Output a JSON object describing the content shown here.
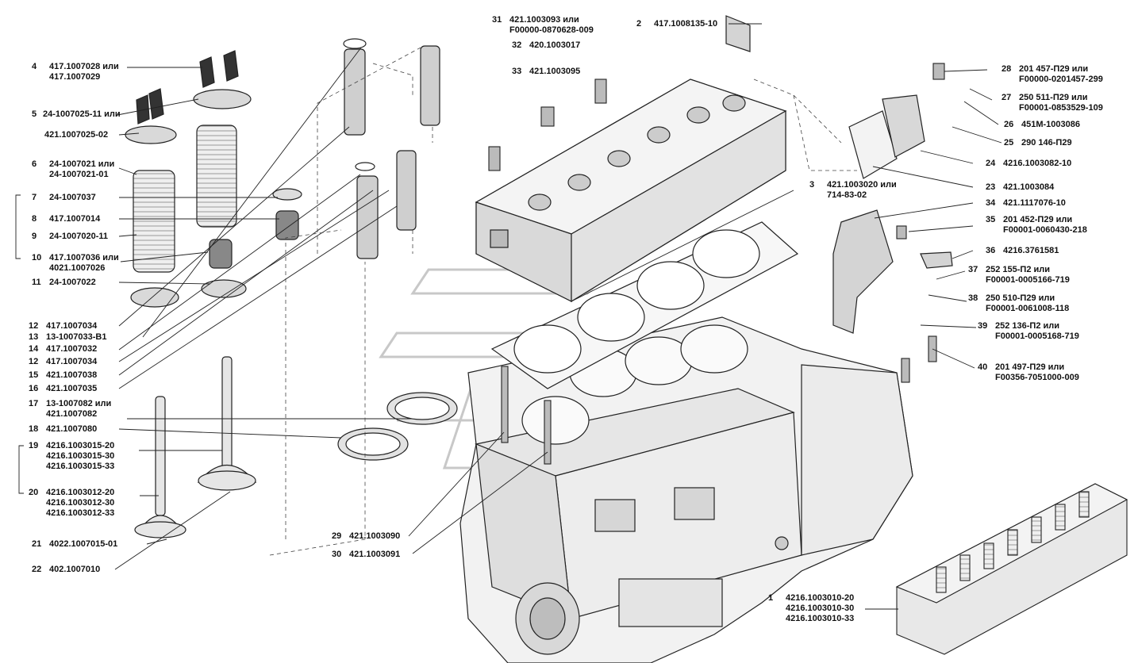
{
  "diagram": {
    "theme": {
      "line": "#222222",
      "part_fill": "#f2f2f2",
      "part_shade": "#bdbdbd",
      "watermark": "#c8c8c8",
      "text": "#111111"
    },
    "callouts": [
      {
        "num": "1",
        "codes": [
          "4216.1003010-20",
          "4216.1003010-30",
          "4216.1003010-33"
        ]
      },
      {
        "num": "2",
        "codes": [
          "417.1008135-10"
        ]
      },
      {
        "num": "3",
        "codes": [
          "421.1003020 или",
          "714-83-02"
        ]
      },
      {
        "num": "4",
        "codes": [
          "417.1007028 или",
          "417.1007029"
        ]
      },
      {
        "num": "5",
        "codes": [
          "24-1007025-11 или"
        ]
      },
      {
        "num": "",
        "codes": [
          "421.1007025-02"
        ]
      },
      {
        "num": "6",
        "codes": [
          "24-1007021 или",
          "24-1007021-01"
        ]
      },
      {
        "num": "7",
        "codes": [
          "24-1007037"
        ]
      },
      {
        "num": "8",
        "codes": [
          "417.1007014"
        ]
      },
      {
        "num": "9",
        "codes": [
          "24-1007020-11"
        ]
      },
      {
        "num": "10",
        "codes": [
          "417.1007036 или",
          "4021.1007026"
        ]
      },
      {
        "num": "11",
        "codes": [
          "24-1007022"
        ]
      },
      {
        "num": "12",
        "codes": [
          "417.1007034"
        ]
      },
      {
        "num": "13",
        "codes": [
          "13-1007033-В1"
        ]
      },
      {
        "num": "14",
        "codes": [
          "417.1007032"
        ]
      },
      {
        "num": "12",
        "codes": [
          "417.1007034"
        ]
      },
      {
        "num": "15",
        "codes": [
          "421.1007038"
        ]
      },
      {
        "num": "16",
        "codes": [
          "421.1007035"
        ]
      },
      {
        "num": "17",
        "codes": [
          "13-1007082 или",
          "421.1007082"
        ]
      },
      {
        "num": "18",
        "codes": [
          "421.1007080"
        ]
      },
      {
        "num": "19",
        "codes": [
          "4216.1003015-20",
          "4216.1003015-30",
          "4216.1003015-33"
        ]
      },
      {
        "num": "20",
        "codes": [
          "4216.1003012-20",
          "4216.1003012-30",
          "4216.1003012-33"
        ]
      },
      {
        "num": "21",
        "codes": [
          "4022.1007015-01"
        ]
      },
      {
        "num": "22",
        "codes": [
          "402.1007010"
        ]
      },
      {
        "num": "23",
        "codes": [
          "421.1003084"
        ]
      },
      {
        "num": "24",
        "codes": [
          "4216.1003082-10"
        ]
      },
      {
        "num": "25",
        "codes": [
          "290 146-П29"
        ]
      },
      {
        "num": "26",
        "codes": [
          "451М-1003086"
        ]
      },
      {
        "num": "27",
        "codes": [
          "250 511-П29 или",
          "F00001-0853529-109"
        ]
      },
      {
        "num": "28",
        "codes": [
          "201 457-П29 или",
          "F00000-0201457-299"
        ]
      },
      {
        "num": "29",
        "codes": [
          "421.1003090"
        ]
      },
      {
        "num": "30",
        "codes": [
          "421.1003091"
        ]
      },
      {
        "num": "31",
        "codes": [
          "421.1003093 или",
          "F00000-0870628-009"
        ]
      },
      {
        "num": "32",
        "codes": [
          "420.1003017"
        ]
      },
      {
        "num": "33",
        "codes": [
          "421.1003095"
        ]
      },
      {
        "num": "34",
        "codes": [
          "421.1117076-10"
        ]
      },
      {
        "num": "35",
        "codes": [
          "201 452-П29 или",
          "F00001-0060430-218"
        ]
      },
      {
        "num": "36",
        "codes": [
          "4216.3761581"
        ]
      },
      {
        "num": "37",
        "codes": [
          "252 155-П2 или",
          "F00001-0005166-719"
        ]
      },
      {
        "num": "38",
        "codes": [
          "250 510-П29 или",
          "F00001-0061008-118"
        ]
      },
      {
        "num": "39",
        "codes": [
          "252 136-П2 или",
          "F00001-0005168-719"
        ]
      },
      {
        "num": "40",
        "codes": [
          "201 497-П29 или",
          "F00356-7051000-009"
        ]
      }
    ]
  }
}
